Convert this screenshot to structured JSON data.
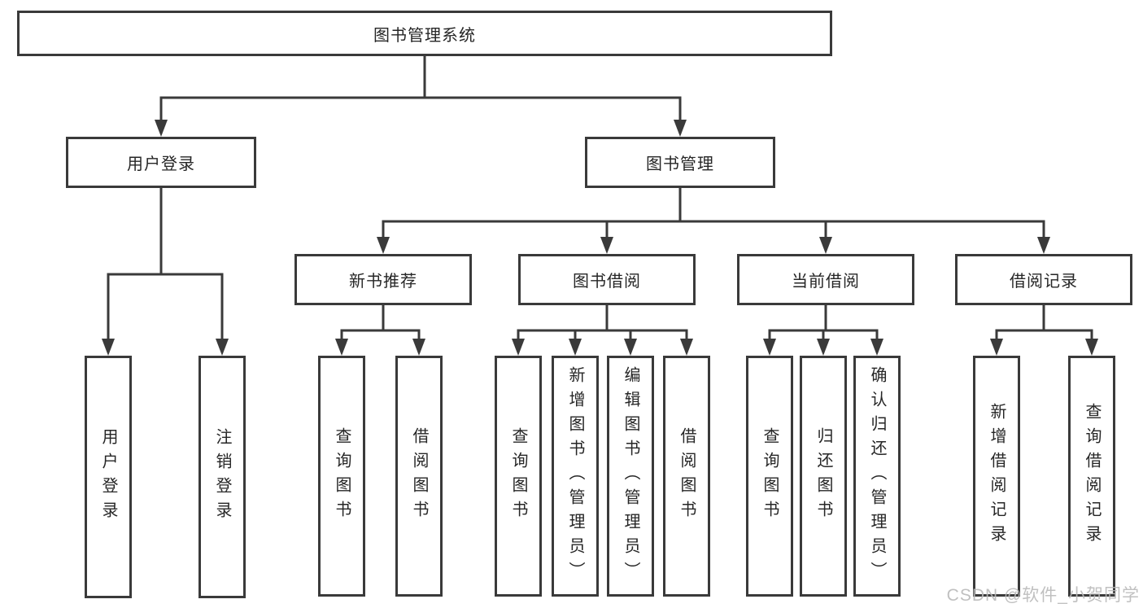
{
  "diagram": {
    "root": {
      "label": "图书管理系统"
    },
    "level2": [
      {
        "label": "用户登录"
      },
      {
        "label": "图书管理"
      }
    ],
    "level3": [
      {
        "label": "新书推荐"
      },
      {
        "label": "图书借阅"
      },
      {
        "label": "当前借阅"
      },
      {
        "label": "借阅记录"
      }
    ],
    "leaves": {
      "user_login": [
        {
          "label": "用户登录"
        },
        {
          "label": "注销登录"
        }
      ],
      "new_book_recommend": [
        {
          "label": "查询图书"
        },
        {
          "label": "借阅图书"
        }
      ],
      "book_borrow": [
        {
          "label": "查询图书"
        },
        {
          "label": "新增图书（管理员）"
        },
        {
          "label": "编辑图书（管理员）"
        },
        {
          "label": "借阅图书"
        }
      ],
      "current_borrow": [
        {
          "label": "查询图书"
        },
        {
          "label": "归还图书"
        },
        {
          "label": "确认归还（管理员）"
        }
      ],
      "borrow_records": [
        {
          "label": "新增借阅记录"
        },
        {
          "label": "查询借阅记录"
        }
      ]
    },
    "watermark": "CSDN @软件_小贺同学",
    "colors": {
      "line": "#3a3a3a",
      "border": "#3a3a3a",
      "text": "#262626",
      "watermark": "#b9b9b9",
      "background": "#ffffff"
    }
  }
}
